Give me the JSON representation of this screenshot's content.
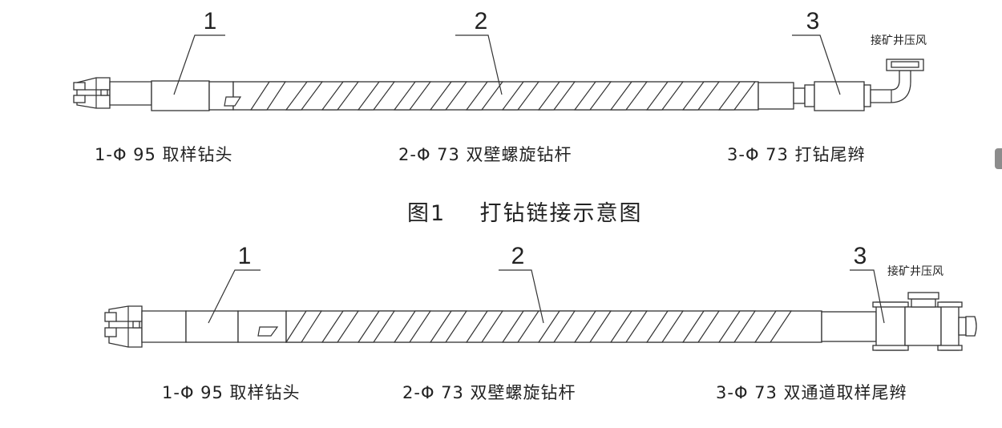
{
  "figure1": {
    "callouts": [
      "1",
      "2",
      "3"
    ],
    "air_label": "接矿井压风",
    "captions": [
      "1-Φ 95 取样钻头",
      "2-Φ 73 双壁螺旋钻杆",
      "3-Φ 73 打钻尾辫"
    ],
    "title": "图1    打钻链接示意图"
  },
  "figure2": {
    "callouts": [
      "1",
      "2",
      "3"
    ],
    "air_label": "接矿井压风",
    "captions": [
      "1-Φ 95 取样钻头",
      "2-Φ 73 双壁螺旋钻杆",
      "3-Φ 73 双通道取样尾辫"
    ]
  }
}
